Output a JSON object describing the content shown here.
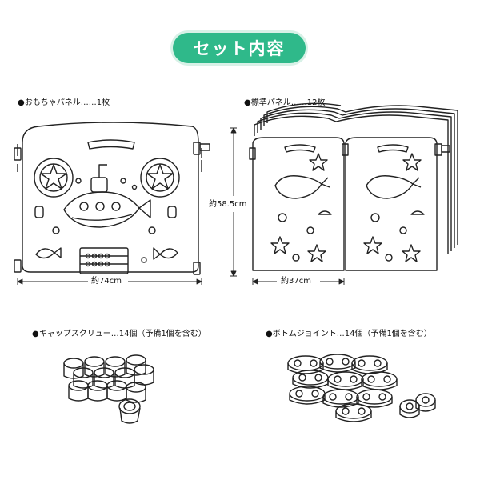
{
  "header": {
    "title": "セット内容",
    "color": "#2fb98a"
  },
  "sections": {
    "toy_panel": {
      "label": "●おもちゃパネル……1枚",
      "width_label": "約74cm",
      "height_label": "約58.5cm"
    },
    "std_panel": {
      "label": "●標準パネル……12枚",
      "width_label": "約37cm"
    },
    "screw_cap": {
      "label": "●キャップスクリュー…14個（予備1個を含む）"
    },
    "bottom_joint": {
      "label": "●ボトムジョイント…14個（予備1個を含む）"
    }
  }
}
